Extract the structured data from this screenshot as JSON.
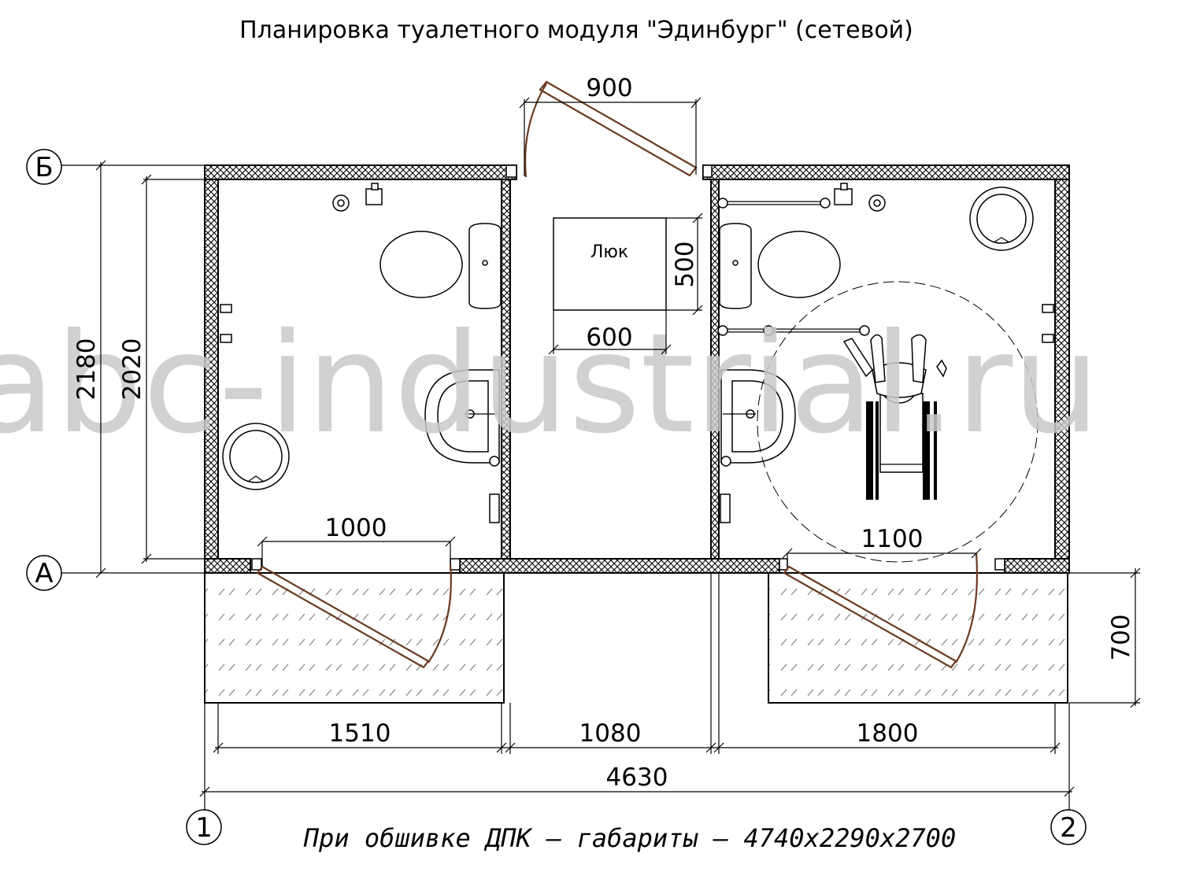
{
  "title": "Планировка туалетного модуля \"Эдинбург\" (сетевой)",
  "watermark": "abc-industrial.ru",
  "hatch_label": "Люк",
  "dimensions": {
    "door_center": "900",
    "hatch_height": "500",
    "hatch_width": "600",
    "overall_height": "2180",
    "inner_height": "2020",
    "door_left": "1000",
    "door_right": "1100",
    "porch_depth": "700",
    "room_left": "1510",
    "room_center": "1080",
    "room_right": "1800",
    "overall_width": "4630"
  },
  "axes": {
    "top": "Б",
    "bottom": "А",
    "left": "1",
    "right": "2"
  },
  "note": "При обшивке ДПК – габариты – 4740х2290х2700",
  "colors": {
    "wall_fill": "#ffffff",
    "door": "#6b3a1f",
    "watermark": "#c9c9c9"
  }
}
